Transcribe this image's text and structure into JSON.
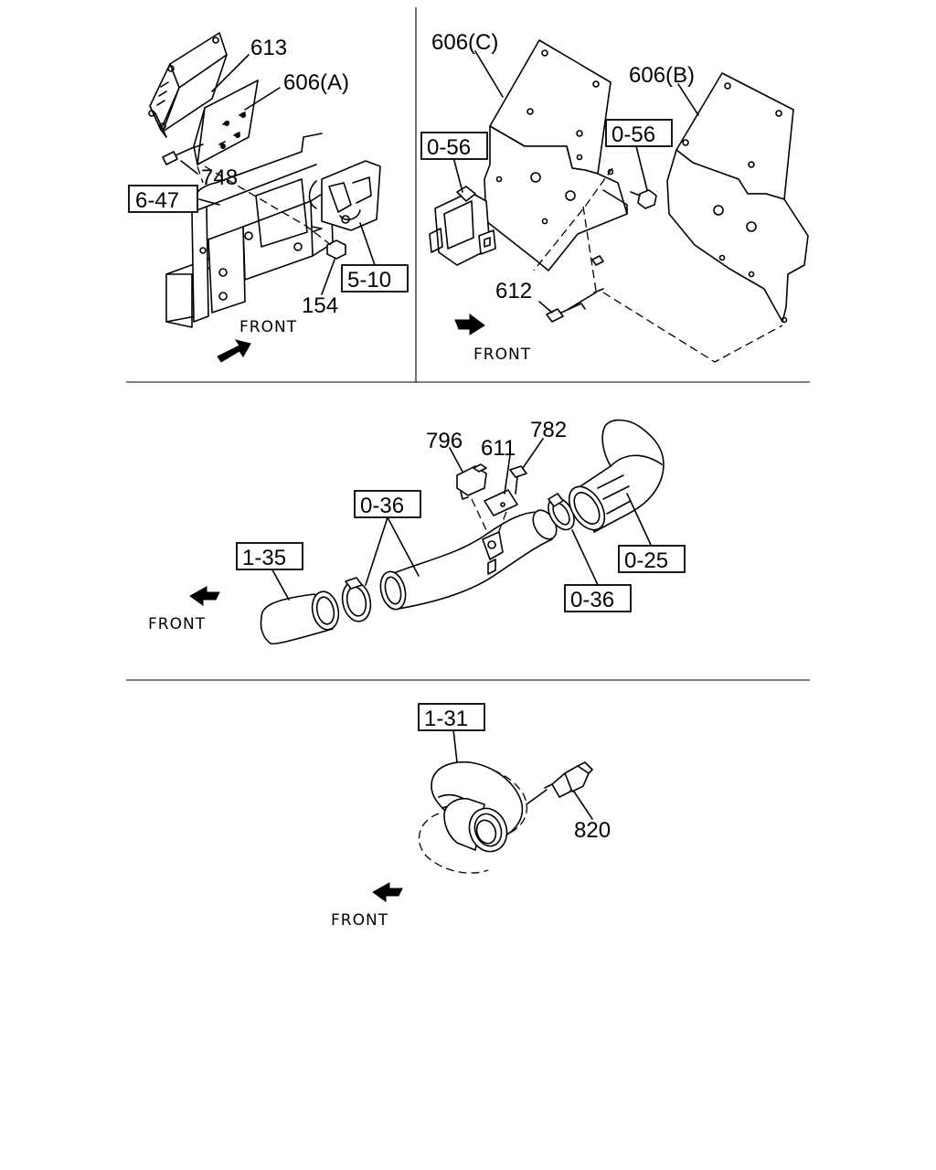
{
  "sections": [
    {
      "id": "ecu-bracket",
      "callouts": [
        "613",
        "606(A)",
        "748",
        "154"
      ],
      "boxed": [
        "6-47",
        "5-10"
      ],
      "direction": "FRONT"
    },
    {
      "id": "brackets",
      "callouts": [
        "606(C)",
        "606(B)",
        "612"
      ],
      "boxed": [
        "0-56",
        "0-56"
      ],
      "direction": "FRONT"
    },
    {
      "id": "intake-duct",
      "callouts": [
        "796",
        "611",
        "782"
      ],
      "boxed": [
        "0-36",
        "1-35",
        "0-25",
        "0-36"
      ],
      "direction": "FRONT"
    },
    {
      "id": "hose-sensor",
      "callouts": [
        "820"
      ],
      "boxed": [
        "1-31"
      ],
      "direction": "FRONT"
    }
  ],
  "colors": {
    "ink": "#000000",
    "paper": "#ffffff"
  }
}
